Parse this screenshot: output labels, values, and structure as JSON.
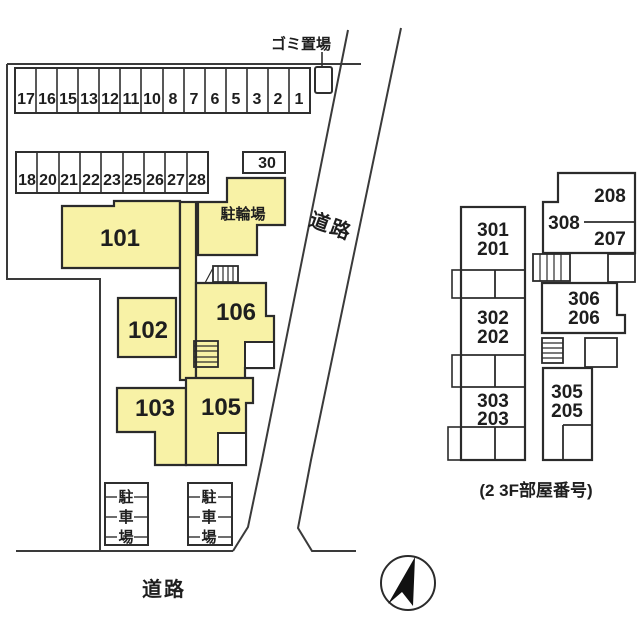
{
  "site_plan": {
    "garbage_label": "ゴミ置場",
    "bicycle_parking_label": "駐輪場",
    "road_label_right": "道路",
    "road_label_bottom": "道路",
    "parking_sign_chars": [
      "駐",
      "車",
      "場"
    ],
    "parking_row1": [
      "17",
      "16",
      "15",
      "13",
      "12",
      "11",
      "10",
      "8",
      "7",
      "6",
      "5",
      "3",
      "2",
      "1"
    ],
    "parking_row2": [
      "18",
      "20",
      "21",
      "22",
      "23",
      "25",
      "26",
      "27",
      "28"
    ],
    "stall_30": "30",
    "units": {
      "u101": "101",
      "u102": "102",
      "u103": "103",
      "u105": "105",
      "u106": "106"
    }
  },
  "floor_plan": {
    "caption": "(2 3F部屋番号)",
    "units": {
      "u301_201": [
        "301",
        "201"
      ],
      "u302_202": [
        "302",
        "202"
      ],
      "u303_203": [
        "303",
        "203"
      ],
      "u305_205": [
        "305",
        "205"
      ],
      "u306_206": [
        "306",
        "206"
      ],
      "u308": "308",
      "u208": "208",
      "u207": "207"
    }
  },
  "colors": {
    "building_fill": "#F8F2A6",
    "line": "#333333",
    "background": "#FFFFFF"
  }
}
